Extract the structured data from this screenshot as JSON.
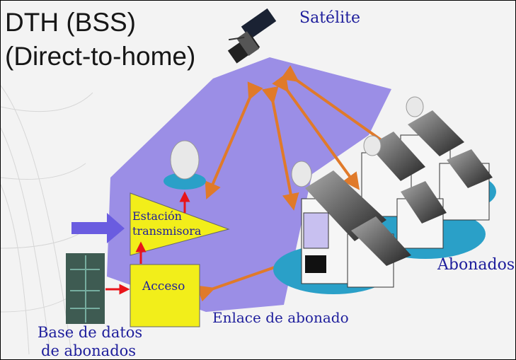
{
  "title": {
    "line1": "DTH (BSS)",
    "line2": "(Direct-to-home)"
  },
  "labels": {
    "satellite": "Satélite",
    "station_line1": "Estación",
    "station_line2": "transmisora",
    "access": "Acceso",
    "subscribers": "Abonados",
    "subscriber_link": "Enlace de abonado",
    "database_line1": "Base de datos",
    "database_line2": "de abonados"
  },
  "colors": {
    "coverage": "#9b8ee6",
    "label_text": "#1e1e9c",
    "block_fill": "#f2ee1a",
    "link_arrow": "#e07a2a",
    "signal_arrow": "#e8141a",
    "input_arrow": "#6a5ce0"
  }
}
